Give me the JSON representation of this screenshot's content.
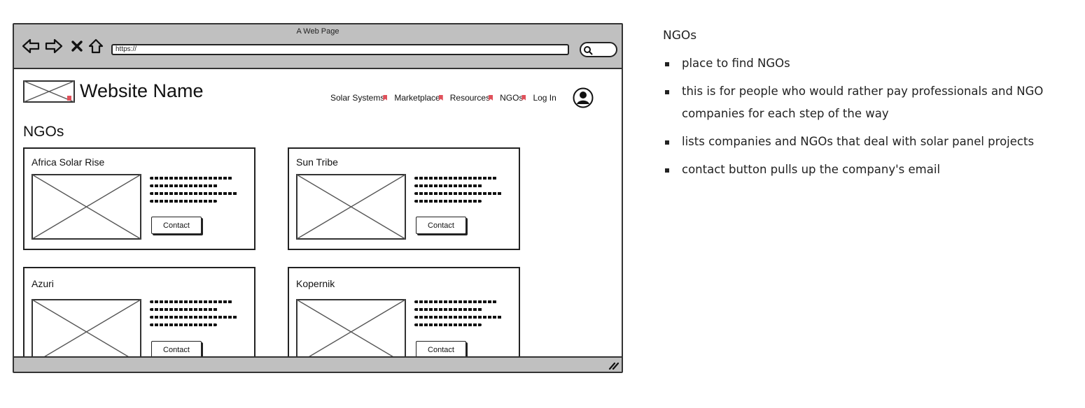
{
  "browser": {
    "window_title": "A Web Page",
    "url": "https://",
    "icons": [
      "back-arrow-icon",
      "forward-arrow-icon",
      "close-x-icon",
      "home-icon",
      "search-icon",
      "resize-grip-icon"
    ]
  },
  "site": {
    "name": "Website Name",
    "nav": [
      "Solar Systems",
      "Marketplace",
      "Resources",
      "NGOs",
      "Log In"
    ],
    "page_heading": "NGOs"
  },
  "cards": [
    {
      "title": "Africa Solar Rise",
      "button": "Contact"
    },
    {
      "title": "Sun Tribe",
      "button": "Contact"
    },
    {
      "title": "Azuri",
      "button": "Contact"
    },
    {
      "title": "Kopernik",
      "button": "Contact"
    }
  ],
  "notes": {
    "title": "NGOs",
    "items": [
      "place to find NGOs",
      "this is for people who would rather pay professionals and NGO companies for each step of the way",
      "lists companies and NGOs that deal with solar panel projects",
      "contact button pulls up the company's email"
    ]
  }
}
